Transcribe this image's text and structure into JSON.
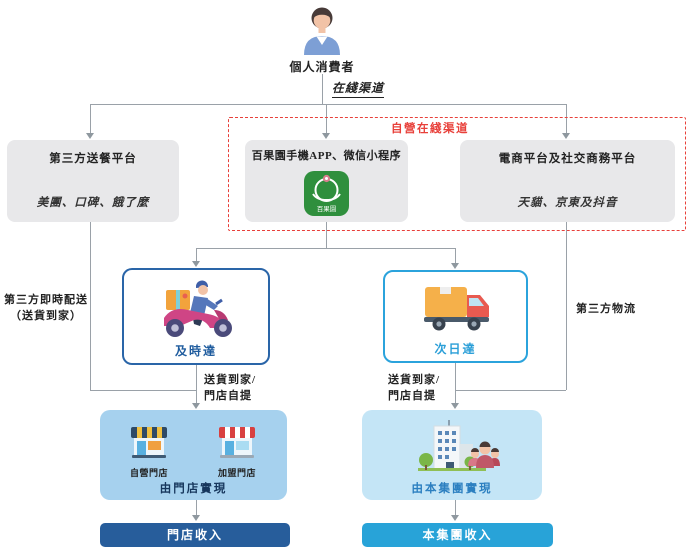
{
  "diagram": {
    "consumer_label": "個人消費者",
    "online_channel_label": "在綫渠道",
    "self_operated_zone_label": "自營在綫渠道",
    "boxes": {
      "third_party_delivery": {
        "title": "第三方送餐平台",
        "examples": "美團、口碑、餓了麼"
      },
      "own_app": {
        "title": "百果園手機APP、微信小程序",
        "app_icon_text": "百果園"
      },
      "ecommerce": {
        "title": "電商平台及社交商務平台",
        "examples": "天貓、京東及抖音"
      }
    },
    "delivery_modes": {
      "instant": "及時達",
      "next_day": "次日達"
    },
    "side_notes": {
      "left_line1": "第三方即時配送",
      "left_line2": "（送貨到家）",
      "right": "第三方物流"
    },
    "fulfillment_labels": {
      "left_line1": "送貨到家/",
      "left_line2": "門店自提",
      "right_line1": "送貨到家/",
      "right_line2": "門店自提"
    },
    "store_box": {
      "own_store": "自營門店",
      "franchise_store": "加盟門店",
      "caption": "由門店實現"
    },
    "group_box": {
      "caption": "由本集團實現"
    },
    "revenue": {
      "store": "門店收入",
      "group": "本集團收入"
    },
    "colors": {
      "connector_grey": "#9aa1a8",
      "box_grey": "#e8e8ea",
      "dashed_red": "#e8403a",
      "instant_blue": "#2a65a8",
      "next_day_blue": "#2ba3dc",
      "store_panel_blue": "#a6d1ee",
      "group_panel_blue": "#c4e5f6",
      "store_revenue_bg": "#275d9b",
      "group_revenue_bg": "#28a3d8",
      "app_icon_green": "#2f8f3d"
    }
  }
}
